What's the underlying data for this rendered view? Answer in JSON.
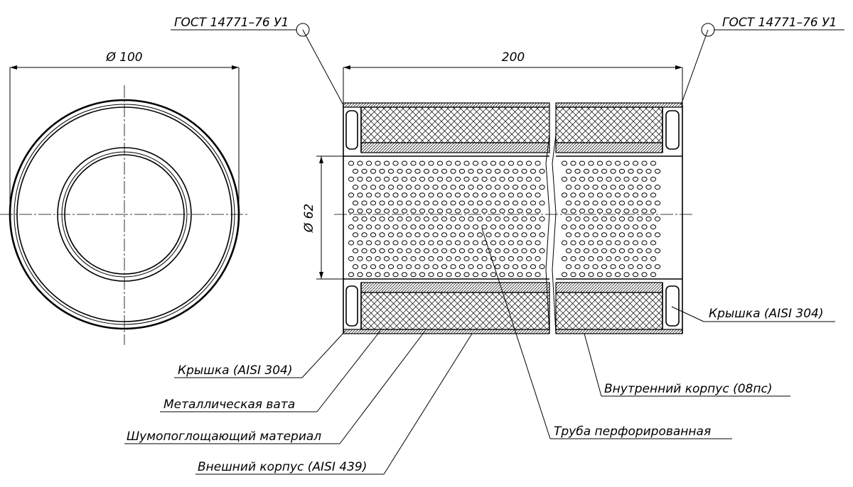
{
  "gost_left": "ГОСТ 14771–76 У1",
  "gost_right": "ГОСТ 14771–76 У1",
  "dim_outer_diameter": "Ø 100",
  "dim_length": "200",
  "dim_inner_diameter": "Ø 62",
  "labels": {
    "cap_left": "Крышка (AISI 304)",
    "metal_wool": "Металлическая вата",
    "sound_absorbing": "Шумопоглощающий материал",
    "outer_body": "Внешний корпус (AISI 439)",
    "cap_right": "Крышка (AISI 304)",
    "inner_body": "Внутренний корпус (08пс)",
    "perforated_pipe": "Труба перфорированная"
  }
}
